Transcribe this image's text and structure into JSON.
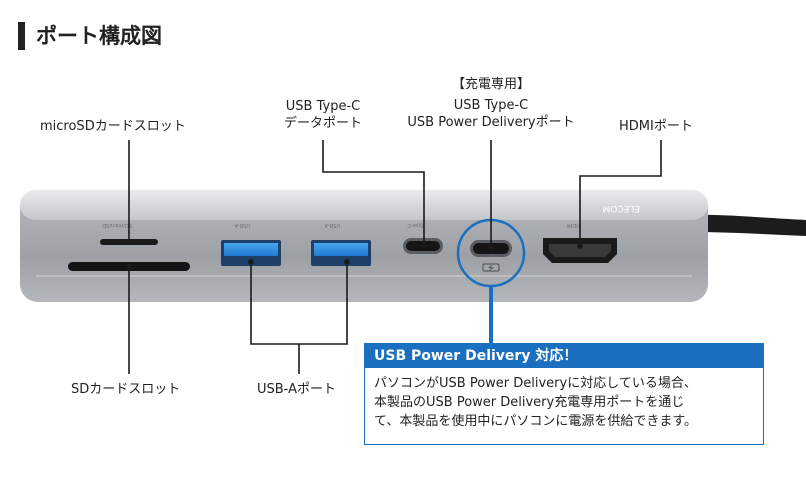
{
  "title": "ポート構成図",
  "labels": {
    "microsd": "microSDカードスロット",
    "usbc_data_line1": "USB Type-C",
    "usbc_data_line2": "データポート",
    "pd_line1": "【充電専用】",
    "pd_line2": "USB Type-C",
    "pd_line3": "USB Power Deliveryポート",
    "hdmi": "HDMIポート",
    "sd": "SDカードスロット",
    "usba": "USB-Aポート"
  },
  "device_marks": {
    "brand": "ELECOM",
    "sd_mark": "SD/microSD",
    "usba1_mark": "USB-A",
    "usba2_mark": "USB-A",
    "typec_mark": "Type-C",
    "hdmi_mark": "HDMI"
  },
  "info": {
    "heading": "USB Power Delivery 対応！",
    "body_line1": "パソコンがUSB Power Deliveryに対応している場合、",
    "body_line2": "本製品のUSB Power Delivery充電専用ポートを通じ",
    "body_line3": "て、本製品を使用中にパソコンに電源を供給できます。"
  },
  "colors": {
    "accent": "#1a6fc0",
    "usb_blue": "#2f8ee0",
    "device_body": "#a9adb2",
    "cable": "#1c1c1c"
  },
  "icons": {
    "pd_port_symbol": "battery-charge-icon"
  }
}
